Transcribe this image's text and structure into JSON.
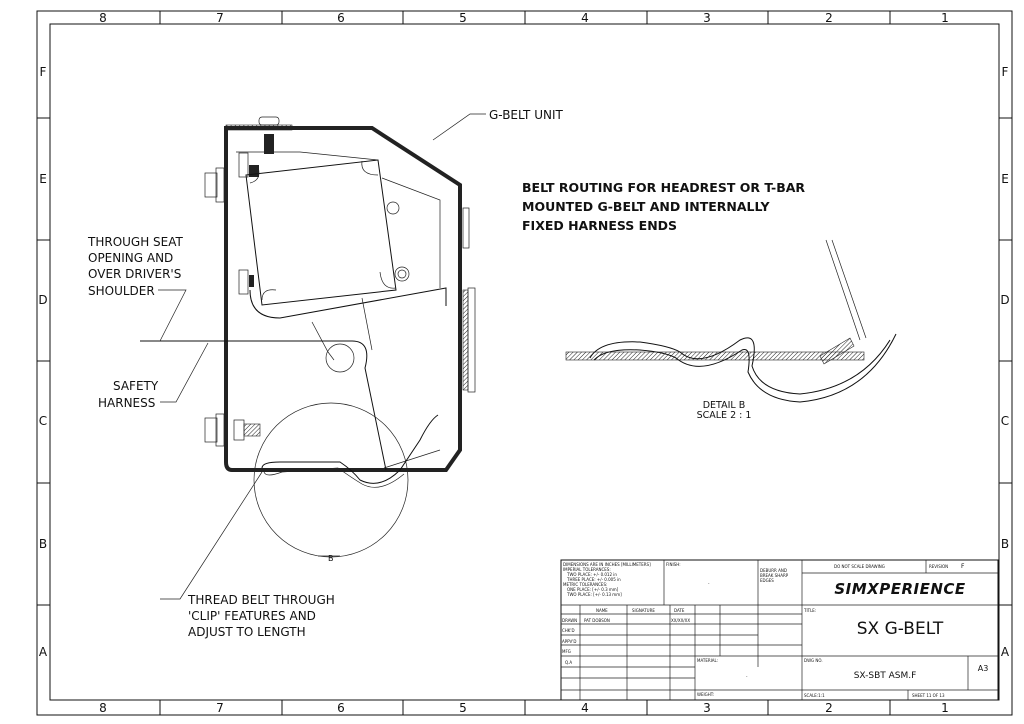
{
  "zones": {
    "columns": [
      "8",
      "7",
      "6",
      "5",
      "4",
      "3",
      "2",
      "1"
    ],
    "rows": [
      "F",
      "E",
      "D",
      "C",
      "B",
      "A"
    ]
  },
  "callouts": {
    "g_belt_unit": "G-BELT UNIT",
    "through_seat": [
      "THROUGH SEAT",
      "OPENING AND",
      "OVER DRIVER'S",
      "SHOULDER"
    ],
    "safety_harness": [
      "SAFETY",
      "HARNESS"
    ],
    "thread_belt": [
      "THREAD BELT THROUGH",
      "'CLIP' FEATURES AND",
      "ADJUST TO LENGTH"
    ],
    "detail_marker": "B"
  },
  "note": [
    "BELT ROUTING FOR HEADREST OR T-BAR",
    "MOUNTED G-BELT AND INTERNALLY",
    "FIXED HARNESS ENDS"
  ],
  "detail": {
    "name": "DETAIL B",
    "scale": "SCALE 2 : 1"
  },
  "title_block": {
    "tolerances": [
      "DIMENSIONS ARE IN INCHES [MILLIMETERS]",
      "IMPERIAL TOLERANCES:",
      "TWO PLACE: +/- 0.012 in",
      "THREE PLACE: +/- 0.005 in",
      "METRIC TOLERANCES:",
      "ONE PLACE: [+/- 0.3 mm]",
      "TWO PLACE: [+/- 0.13 mm]"
    ],
    "finish_label": "FINISH:",
    "finish_value": "-",
    "deburr": [
      "DEBURR AND",
      "BREAK SHARP",
      "EDGES"
    ],
    "do_not_scale": "DO NOT SCALE DRAWING",
    "revision_label": "REVISION",
    "revision_value": "F",
    "company": "SIMXPERIENCE",
    "headers": {
      "name": "NAME",
      "signature": "SIGNATURE",
      "date": "DATE"
    },
    "roles": [
      "DRAWN",
      "CHK'D",
      "APPV'D",
      "MFG",
      "Q.A"
    ],
    "drawn_name": "PAT DOBSON",
    "drawn_date": "XX/XX/XX",
    "title_label": "TITLE:",
    "title": "SX G-BELT",
    "material_label": "MATERIAL:",
    "material_value": "-",
    "dwg_no_label": "DWG NO.",
    "dwg_no": "SX-SBT ASM.F",
    "size": "A3",
    "weight_label": "WEIGHT:",
    "scale": "SCALE:1:1",
    "sheet": "SHEET 11 OF 13"
  }
}
